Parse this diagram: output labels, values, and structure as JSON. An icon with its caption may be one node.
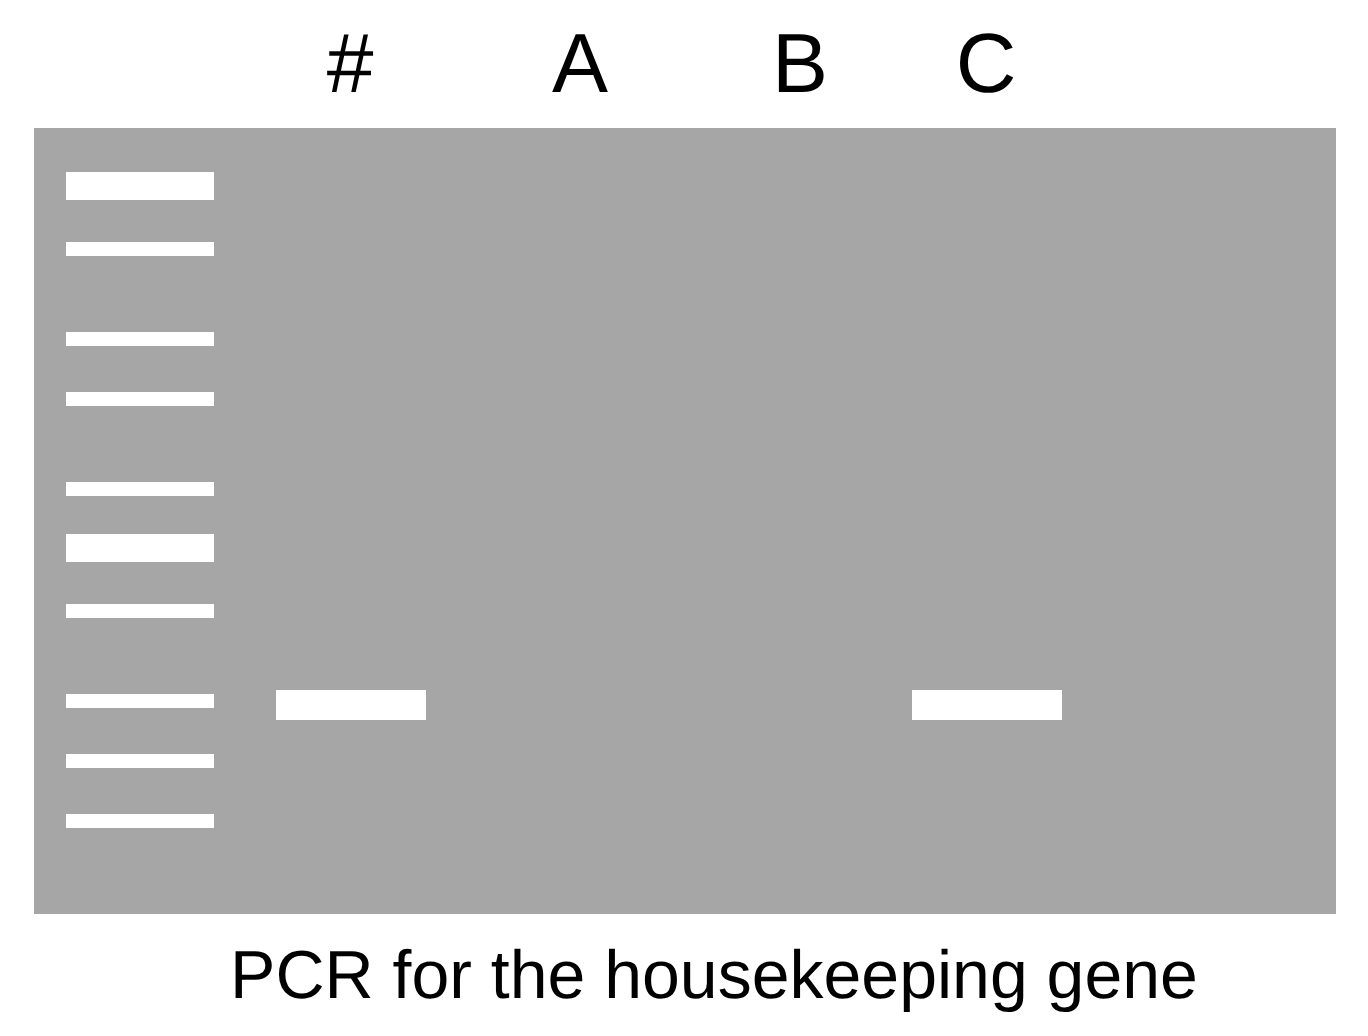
{
  "diagram": {
    "caption": "PCR for the housekeeping gene",
    "labels": [
      "#",
      "A",
      "B",
      "C"
    ]
  }
}
